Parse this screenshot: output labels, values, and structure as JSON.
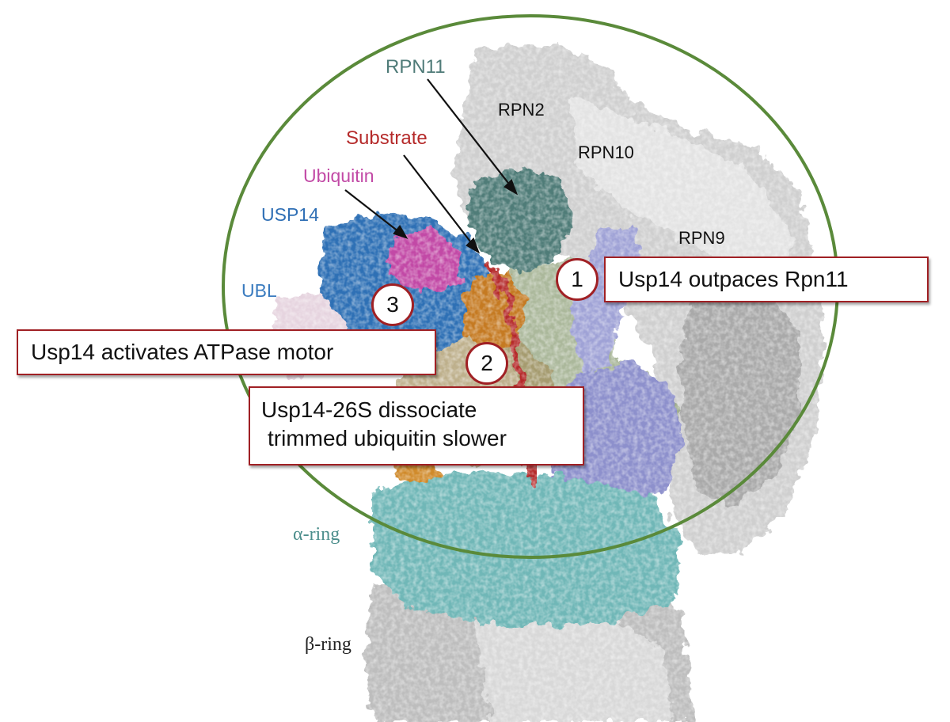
{
  "figure": {
    "components": {
      "rpn11": "RPN11",
      "rpn2": "RPN2",
      "rpn10": "RPN10",
      "rpn9": "RPN9",
      "substrate": "Substrate",
      "ubiquitin": "Ubiquitin",
      "usp14": "USP14",
      "ubl": "UBL",
      "alpha_ring": "α-ring",
      "beta_ring": "β-ring"
    },
    "steps": [
      {
        "number": "1",
        "text": "Usp14 outpaces Rpn11"
      },
      {
        "number": "2",
        "line1": "Usp14-26S dissociate",
        "line2": "trimmed ubiquitin slower"
      },
      {
        "number": "3",
        "text": "Usp14 activates ATPase motor"
      }
    ],
    "colors": {
      "rpn11": "#4f7b78",
      "substrate": "#b52a2a",
      "ubiquitin": "#c24aa6",
      "usp14": "#2f6fb5",
      "ubl": "#3a7bbf",
      "alpha_ring": "#4c8e8c",
      "beta_ring": "#222222",
      "callout_border": "#a02024",
      "highlight_circle": "#5a8a3a"
    }
  }
}
